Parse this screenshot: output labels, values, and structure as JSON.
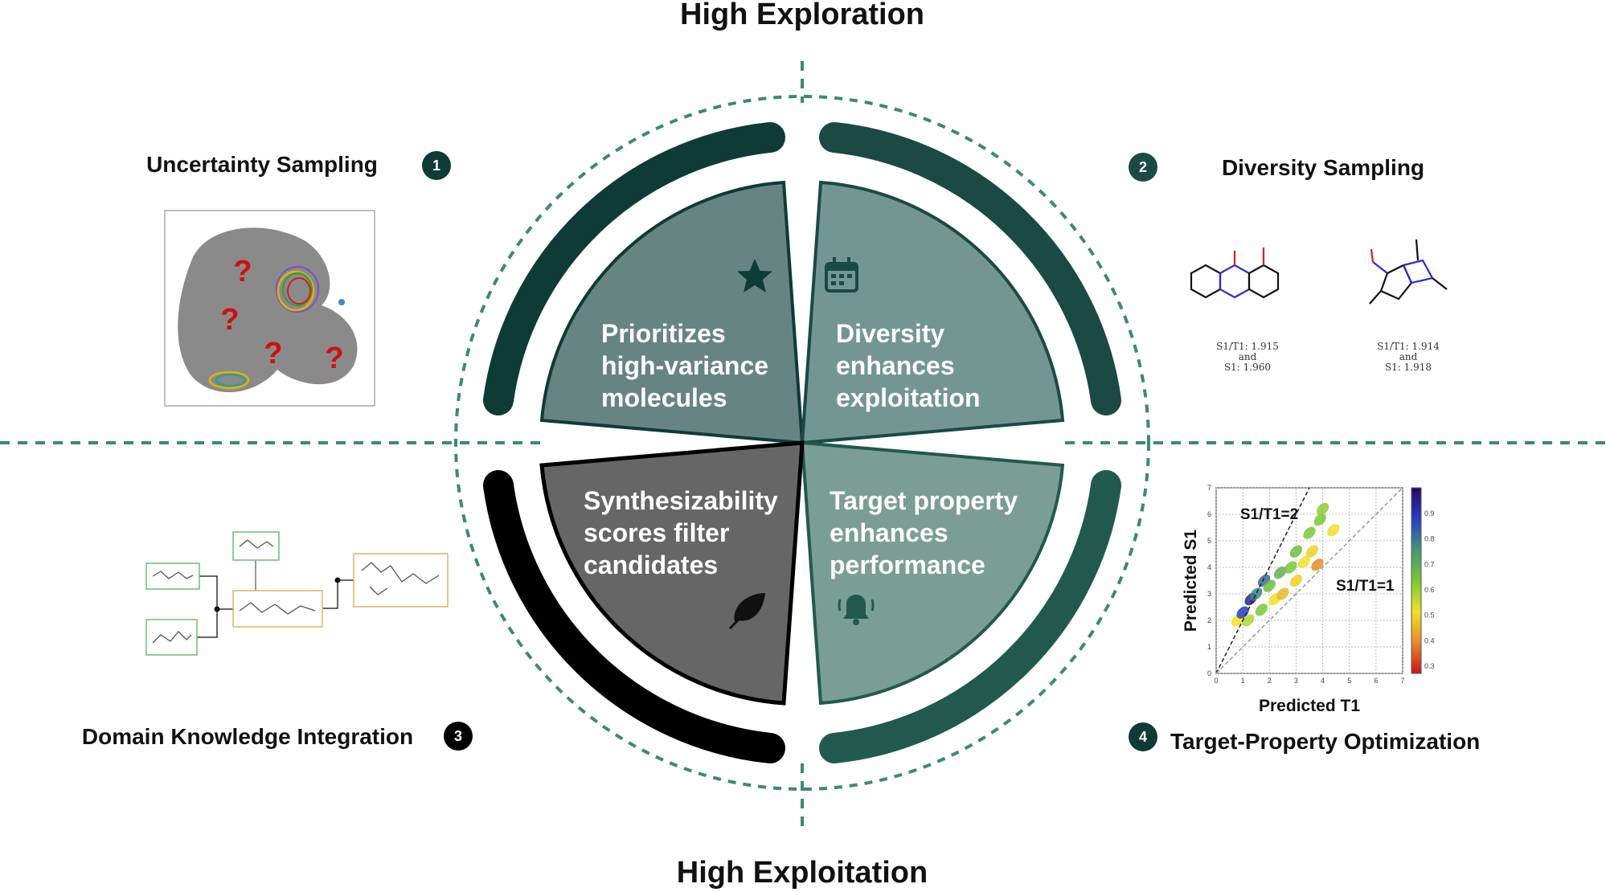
{
  "axis_labels": {
    "top": "High Exploration",
    "bottom": "High Exploitation"
  },
  "colors": {
    "dashed": "#3a8a72",
    "arc_tl": "#0f3b36",
    "arc_tr": "#1a4a43",
    "arc_bl": "#000000",
    "arc_br": "#215a4c",
    "wedge_tl": "#678580",
    "wedge_tr": "#739790",
    "wedge_bl": "#666666",
    "wedge_br": "#7a9e94"
  },
  "quadrants": [
    {
      "lines": [
        "Prioritizes",
        "high-variance",
        "molecules"
      ],
      "icon": "star-icon"
    },
    {
      "lines": [
        "Diversity",
        "enhances",
        "exploitation"
      ],
      "icon": "calendar-icon"
    },
    {
      "lines": [
        "Synthesizability",
        "scores filter",
        "candidates"
      ],
      "icon": "leaf-icon"
    },
    {
      "lines": [
        "Target property",
        "enhances",
        "performance"
      ],
      "icon": "bell-icon"
    }
  ],
  "strategies": [
    {
      "number": "1",
      "title": "Uncertainty Sampling"
    },
    {
      "number": "2",
      "title": "Diversity Sampling"
    },
    {
      "number": "3",
      "title": "Domain Knowledge Integration"
    },
    {
      "number": "4",
      "title": "Target-Property Optimization"
    }
  ],
  "uncertainty_panel": {
    "marks": [
      "?",
      "?",
      "?",
      "?"
    ]
  },
  "molecules": [
    {
      "line1": "S1/T1: 1.915",
      "line2": "and",
      "line3": "S1: 1.960"
    },
    {
      "line1": "S1/T1: 1.914",
      "line2": "and",
      "line3": "S1: 1.918"
    }
  ],
  "chart_data": {
    "type": "scatter",
    "xlabel": "Predicted T1",
    "ylabel": "Predicted S1",
    "xlim": [
      0,
      7
    ],
    "ylim": [
      0,
      7
    ],
    "xticks": [
      "0",
      "1",
      "2",
      "3",
      "4",
      "5",
      "6",
      "7"
    ],
    "yticks": [
      "0",
      "1",
      "2",
      "3",
      "4",
      "5",
      "6",
      "7"
    ],
    "grid": true,
    "reference_lines": [
      {
        "label": "S1/T1=2",
        "slope": 2
      },
      {
        "label": "S1/T1=1",
        "slope": 1
      }
    ],
    "colorbar": {
      "range": [
        0.3,
        0.9
      ],
      "ticks": [
        "0.3",
        "0.4",
        "0.5",
        "0.6",
        "0.7",
        "0.8",
        "0.9"
      ]
    },
    "points": [
      [
        0.8,
        2.0,
        0.5
      ],
      [
        1.0,
        2.3,
        0.8
      ],
      [
        1.2,
        2.0,
        0.55
      ],
      [
        1.3,
        2.8,
        0.85
      ],
      [
        1.5,
        3.0,
        0.72
      ],
      [
        1.7,
        2.4,
        0.6
      ],
      [
        1.8,
        3.5,
        0.75
      ],
      [
        2.0,
        3.3,
        0.62
      ],
      [
        2.2,
        2.8,
        0.5
      ],
      [
        2.4,
        3.8,
        0.65
      ],
      [
        2.5,
        3.0,
        0.45
      ],
      [
        2.8,
        4.0,
        0.6
      ],
      [
        3.0,
        3.5,
        0.48
      ],
      [
        3.0,
        4.6,
        0.62
      ],
      [
        3.3,
        4.2,
        0.5
      ],
      [
        3.5,
        5.3,
        0.6
      ],
      [
        3.6,
        4.6,
        0.48
      ],
      [
        3.8,
        4.1,
        0.4
      ],
      [
        3.9,
        5.8,
        0.6
      ],
      [
        4.0,
        6.2,
        0.58
      ],
      [
        4.4,
        5.4,
        0.5
      ]
    ]
  }
}
